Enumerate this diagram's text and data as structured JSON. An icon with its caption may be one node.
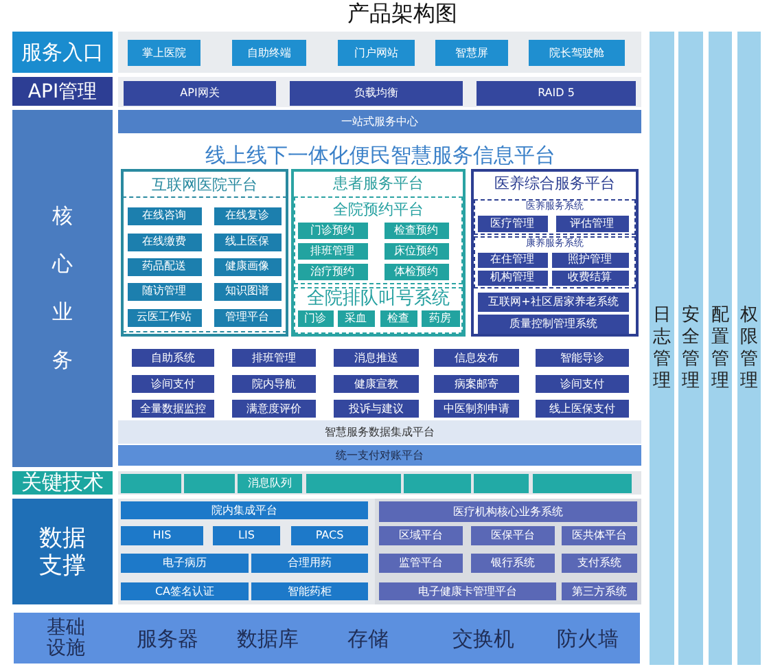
{
  "diagram": {
    "title": "产品架构图",
    "nodes": [
      {
        "text": [
          "服务入口"
        ]
      },
      {
        "text": [
          "掌上医院"
        ]
      },
      {
        "text": [
          "自助终端"
        ]
      },
      {
        "text": [
          "门户网站"
        ]
      },
      {
        "text": [
          "智慧屏"
        ]
      },
      {
        "text": [
          "院长驾驶舱"
        ]
      },
      {
        "text": [
          "API管理"
        ]
      },
      {
        "text": [
          "API网关"
        ]
      },
      {
        "text": [
          "负载均衡"
        ]
      },
      {
        "text": [
          "RAID 5"
        ]
      },
      {
        "text": [
          "核心业务"
        ]
      },
      {
        "text": [
          "一站式服务中心"
        ]
      },
      {
        "text": [
          "互联网医院平台"
        ]
      },
      {
        "text": [],
        "shape": "box",
        "in": 12
      },
      {
        "text": [
          "在线咨询"
        ],
        "in": 13
      },
      {
        "text": [
          "在线复诊"
        ],
        "in": 13
      },
      {
        "text": [
          "在线缴费"
        ],
        "in": 13
      },
      {
        "text": [
          "线上医保"
        ],
        "in": 13
      },
      {
        "text": [
          "药品配送"
        ],
        "in": 13
      },
      {
        "text": [
          "健康画像"
        ],
        "in": 13
      },
      {
        "text": [
          "随访管理"
        ],
        "in": 13
      },
      {
        "text": [
          "知识图谱"
        ],
        "in": 13
      },
      {
        "text": [
          "云医工作站"
        ],
        "in": 13
      },
      {
        "text": [
          "管理平台"
        ],
        "in": 13
      },
      {
        "text": [
          "患者服务平台"
        ]
      },
      {
        "text": [
          "全院预约平台"
        ],
        "in": 24
      },
      {
        "text": [
          "门诊预约"
        ],
        "in": 25
      },
      {
        "text": [
          "检查预约"
        ],
        "in": 25
      },
      {
        "text": [
          "排班管理"
        ],
        "in": 25
      },
      {
        "text": [
          "床位预约"
        ],
        "in": 25
      },
      {
        "text": [
          "治疗预约"
        ],
        "in": 25
      },
      {
        "text": [
          "体检预约"
        ],
        "in": 25
      },
      {
        "text": [
          "全院排队叫号系统"
        ],
        "in": 24
      },
      {
        "text": [
          "门诊"
        ],
        "in": 32
      },
      {
        "text": [
          "采血"
        ],
        "in": 32
      },
      {
        "text": [
          "检查"
        ],
        "in": 32
      },
      {
        "text": [
          "药房"
        ],
        "in": 32
      },
      {
        "text": [
          "医养综合服务平台"
        ]
      },
      {
        "text": [
          "医养服务系统"
        ],
        "in": 37
      },
      {
        "text": [
          "医疗管理"
        ],
        "in": 38
      },
      {
        "text": [
          "评估管理"
        ],
        "in": 38
      },
      {
        "text": [
          "康养服务系统"
        ],
        "in": 37
      },
      {
        "text": [
          "在住管理"
        ],
        "in": 41
      },
      {
        "text": [
          "照护管理"
        ],
        "in": 41
      },
      {
        "text": [
          "机构管理"
        ],
        "in": 41
      },
      {
        "text": [
          "收费结算"
        ],
        "in": 41
      },
      {
        "text": [
          "互联网+社区居家养老系统"
        ],
        "in": 37
      },
      {
        "text": [
          "质量控制管理系统"
        ],
        "in": 37
      },
      {
        "text": [
          "自助系统"
        ]
      },
      {
        "text": [
          "排班管理"
        ]
      },
      {
        "text": [
          "消息推送"
        ]
      },
      {
        "text": [
          "信息发布"
        ]
      },
      {
        "text": [
          "智能导诊"
        ]
      },
      {
        "text": [
          "诊间支付"
        ]
      },
      {
        "text": [
          "院内导航"
        ]
      },
      {
        "text": [
          "健康宣教"
        ]
      },
      {
        "text": [
          "病案邮寄"
        ]
      },
      {
        "text": [
          "诊间支付"
        ]
      },
      {
        "text": [
          "全量数据监控"
        ]
      },
      {
        "text": [
          "满意度评价"
        ]
      },
      {
        "text": [
          "投诉与建议"
        ]
      },
      {
        "text": [
          "中医制剂申请"
        ]
      },
      {
        "text": [
          "线上医保支付"
        ]
      },
      {
        "text": [
          "智慧服务数据集成平台"
        ]
      },
      {
        "text": [
          "统一支付对账平台"
        ]
      },
      {
        "text": [
          "关键技术"
        ]
      },
      {
        "text": [],
        "shape": "box"
      },
      {
        "text": [],
        "shape": "box"
      },
      {
        "text": [
          "消息队列"
        ]
      },
      {
        "text": [],
        "shape": "box"
      },
      {
        "text": [],
        "shape": "box"
      },
      {
        "text": [],
        "shape": "box"
      },
      {
        "text": [],
        "shape": "box"
      },
      {
        "text": [
          "数据支撑"
        ]
      },
      {
        "text": [
          "院内集成平台"
        ]
      },
      {
        "text": [
          "HIS"
        ]
      },
      {
        "text": [
          "LIS"
        ]
      },
      {
        "text": [
          "PACS"
        ]
      },
      {
        "text": [
          "电子病历"
        ]
      },
      {
        "text": [
          "合理用药"
        ]
      },
      {
        "text": [
          "CA签名认证"
        ]
      },
      {
        "text": [
          "智能药柜"
        ]
      },
      {
        "text": [
          "医疗机构核心业务系统"
        ]
      },
      {
        "text": [
          "区域平台"
        ]
      },
      {
        "text": [
          "医保平台"
        ]
      },
      {
        "text": [
          "医共体平台"
        ]
      },
      {
        "text": [
          "监管平台"
        ]
      },
      {
        "text": [
          "银行系统"
        ]
      },
      {
        "text": [
          "支付系统"
        ]
      },
      {
        "text": [
          "电子健康卡管理平台"
        ]
      },
      {
        "text": [
          "第三方系统"
        ]
      },
      {
        "text": [
          "基础设施",
          "服务器",
          "数据库",
          "存储",
          "交换机",
          "防火墙"
        ]
      },
      {
        "text": [
          "日志管理"
        ]
      },
      {
        "text": [
          "安全管理"
        ]
      },
      {
        "text": [
          "配置管理"
        ]
      },
      {
        "text": [
          "权限管理"
        ]
      }
    ],
    "labels": [
      "线上线下一体化便民智慧服务信息平台"
    ]
  }
}
